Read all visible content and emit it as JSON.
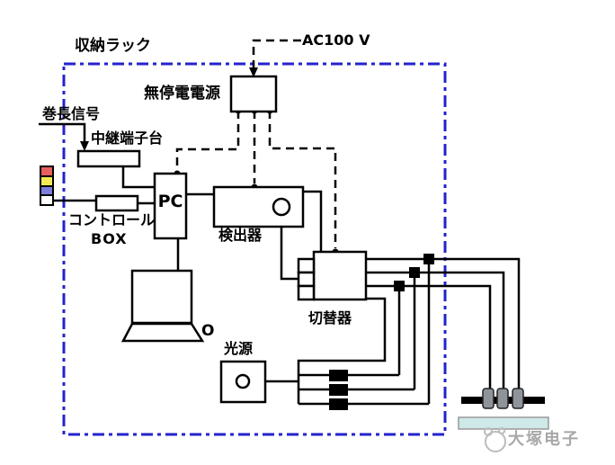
{
  "diagram": {
    "rack_label": "収納ラック",
    "ac_label": "AC100 V",
    "ups_label": "無停電電源",
    "signal_label": "巻長信号",
    "terminal_label": "中継端子台",
    "control_label_line1": "コントロール",
    "control_label_line2": "BOX",
    "pc_label": "PC",
    "detector_label": "検出器",
    "switcher_label": "切替器",
    "light_source_label": "光源",
    "monitor_o_label": "O",
    "watermark_label": "大塚电子"
  },
  "colors": {
    "rack_border": "#2323cd",
    "wire": "#000000",
    "tower_red": "#e85f5f",
    "tower_yellow": "#f2e955",
    "tower_blue": "#7d7ddd",
    "tower_white": "#ffffff",
    "sensor_head": "#8f9499",
    "film": "#cfe8e8",
    "watermark": "#a8a8a8"
  }
}
